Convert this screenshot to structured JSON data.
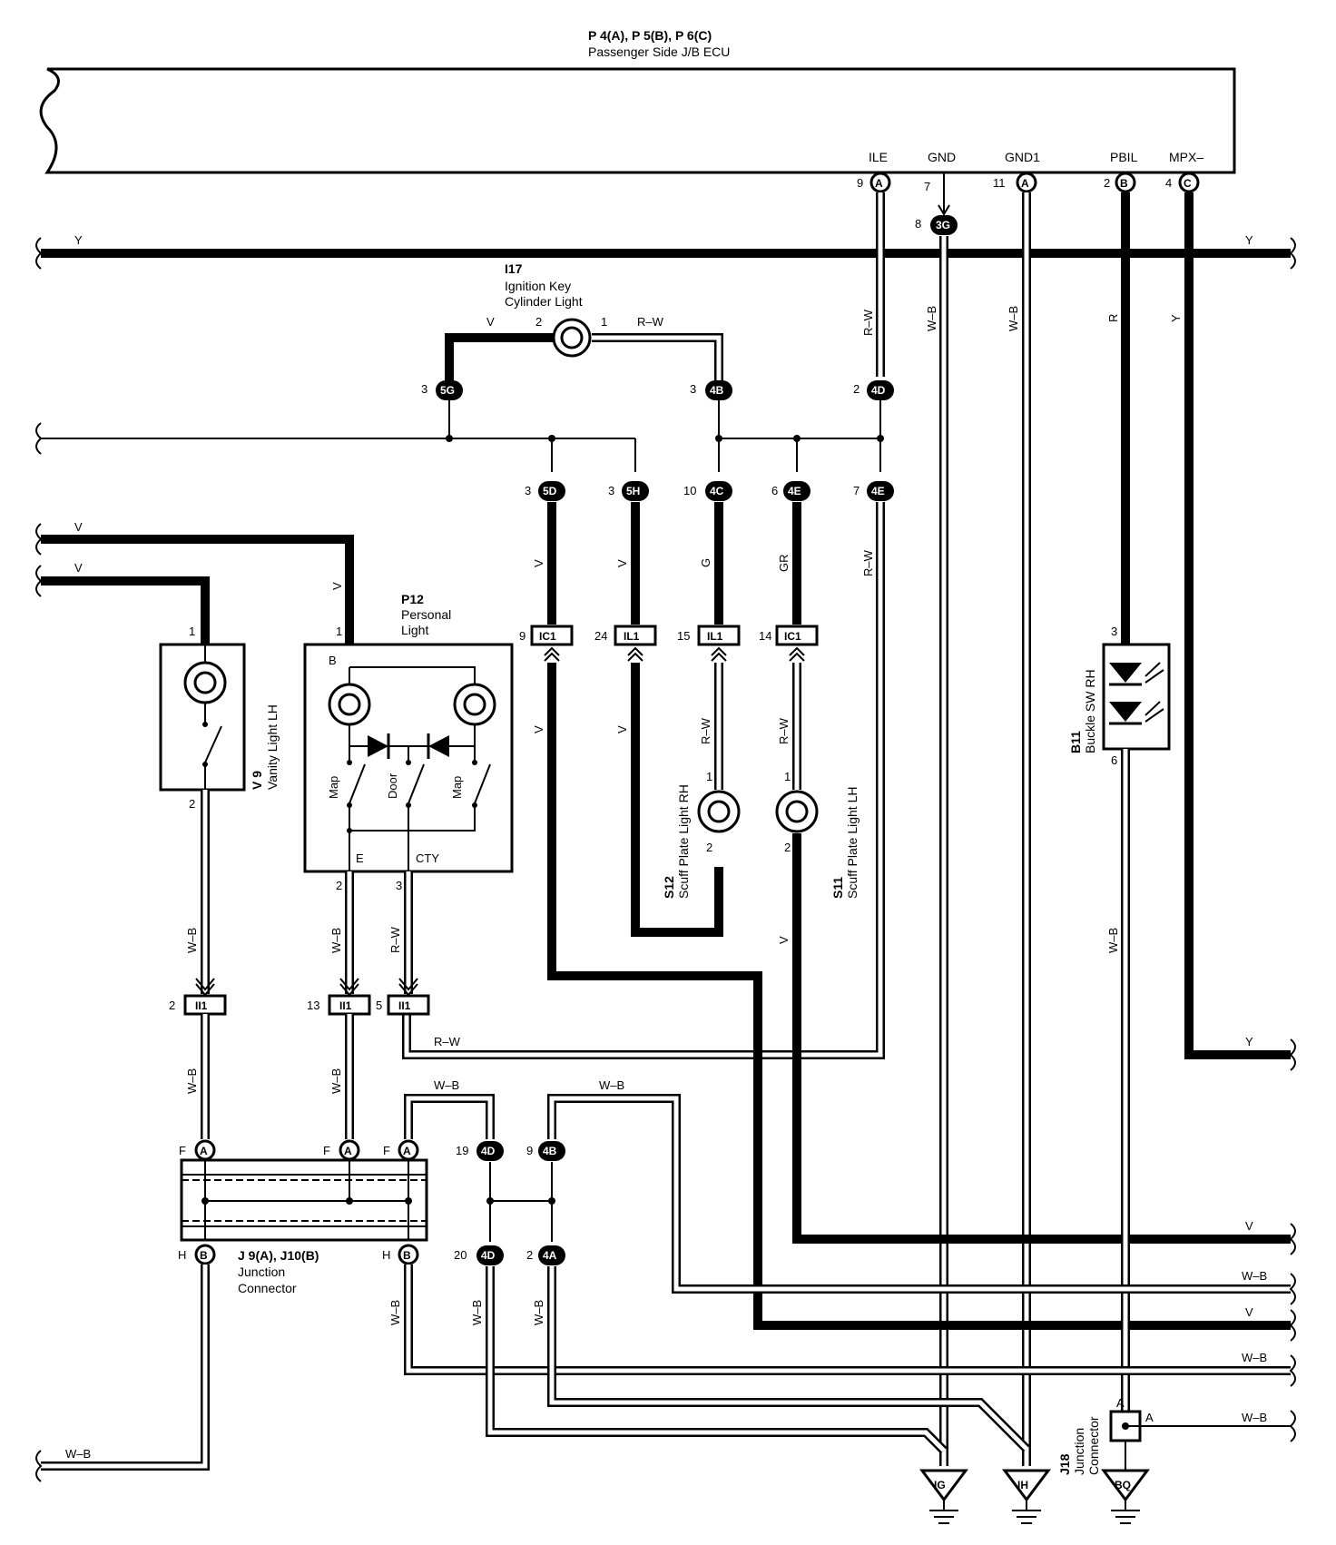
{
  "ecu": {
    "title": "P 4(A), P 5(B), P 6(C)",
    "name": "Passenger Side J/B ECU"
  },
  "ecu_pins": [
    {
      "name": "ILE",
      "pin": "9",
      "conn": "A"
    },
    {
      "name": "GND",
      "pin": "7",
      "conn": ""
    },
    {
      "name": "GND1",
      "pin": "11",
      "conn": "A"
    },
    {
      "name": "PBIL",
      "pin": "2",
      "conn": "B"
    },
    {
      "name": "MPX–",
      "pin": "4",
      "conn": "C"
    }
  ],
  "components": {
    "i17": {
      "id": "I17",
      "name1": "Ignition Key",
      "name2": "Cylinder Light",
      "pin_a": "2",
      "pin_b": "1"
    },
    "p12": {
      "id": "P12",
      "name1": "Personal",
      "name2": "Light",
      "pin_in": "1",
      "pin_e": "2",
      "pin_cty": "3",
      "terminal_b": "B",
      "terminal_e": "E",
      "terminal_cty": "CTY",
      "sw_map1": "Map",
      "sw_door": "Door",
      "sw_map2": "Map"
    },
    "v9": {
      "id": "V 9",
      "name": "Vanity Light LH",
      "pin_in": "1",
      "pin_out": "2"
    },
    "s12": {
      "id": "S12",
      "name": "Scuff Plate Light RH",
      "pin1": "1",
      "pin2": "2"
    },
    "s11": {
      "id": "S11",
      "name": "Scuff Plate Light LH",
      "pin1": "1",
      "pin2": "2"
    },
    "b11": {
      "id": "B11",
      "name": "Buckle SW RH",
      "pin_in": "3",
      "pin_out": "6"
    },
    "j9": {
      "id": "J 9(A), J10(B)",
      "name1": "Junction",
      "name2": "Connector",
      "pins": [
        "F",
        "F",
        "F",
        "H",
        "H"
      ],
      "conns": [
        "A",
        "A",
        "A",
        "B",
        "B"
      ]
    },
    "j18": {
      "id": "J18",
      "name1": "Junction",
      "name2": "Connector",
      "pin": "A"
    }
  },
  "connectors": [
    {
      "code": "3G",
      "pin": "8"
    },
    {
      "code": "5G",
      "pin": "3"
    },
    {
      "code": "4B",
      "pin": "3"
    },
    {
      "code": "4D",
      "pin": "2"
    },
    {
      "code": "5D",
      "pin": "3"
    },
    {
      "code": "5H",
      "pin": "3"
    },
    {
      "code": "4C",
      "pin": "10"
    },
    {
      "code": "4E",
      "pin": "6"
    },
    {
      "code": "4E",
      "pin": "7"
    },
    {
      "code": "4D",
      "pin": "19"
    },
    {
      "code": "4B",
      "pin": "9"
    },
    {
      "code": "4D",
      "pin": "20"
    },
    {
      "code": "4A",
      "pin": "2"
    }
  ],
  "inline_connectors": [
    {
      "code": "IC1",
      "pin": "9"
    },
    {
      "code": "IL1",
      "pin": "24"
    },
    {
      "code": "IL1",
      "pin": "15"
    },
    {
      "code": "IC1",
      "pin": "14"
    },
    {
      "code": "II1",
      "pin": "2"
    },
    {
      "code": "II1",
      "pin": "13"
    },
    {
      "code": "II1",
      "pin": "5"
    }
  ],
  "grounds": [
    "IG",
    "IH",
    "BQ"
  ],
  "wire_colors": {
    "y": "Y",
    "v": "V",
    "rw": "R–W",
    "wb": "W–B",
    "r": "R",
    "g": "G",
    "gr": "GR"
  }
}
